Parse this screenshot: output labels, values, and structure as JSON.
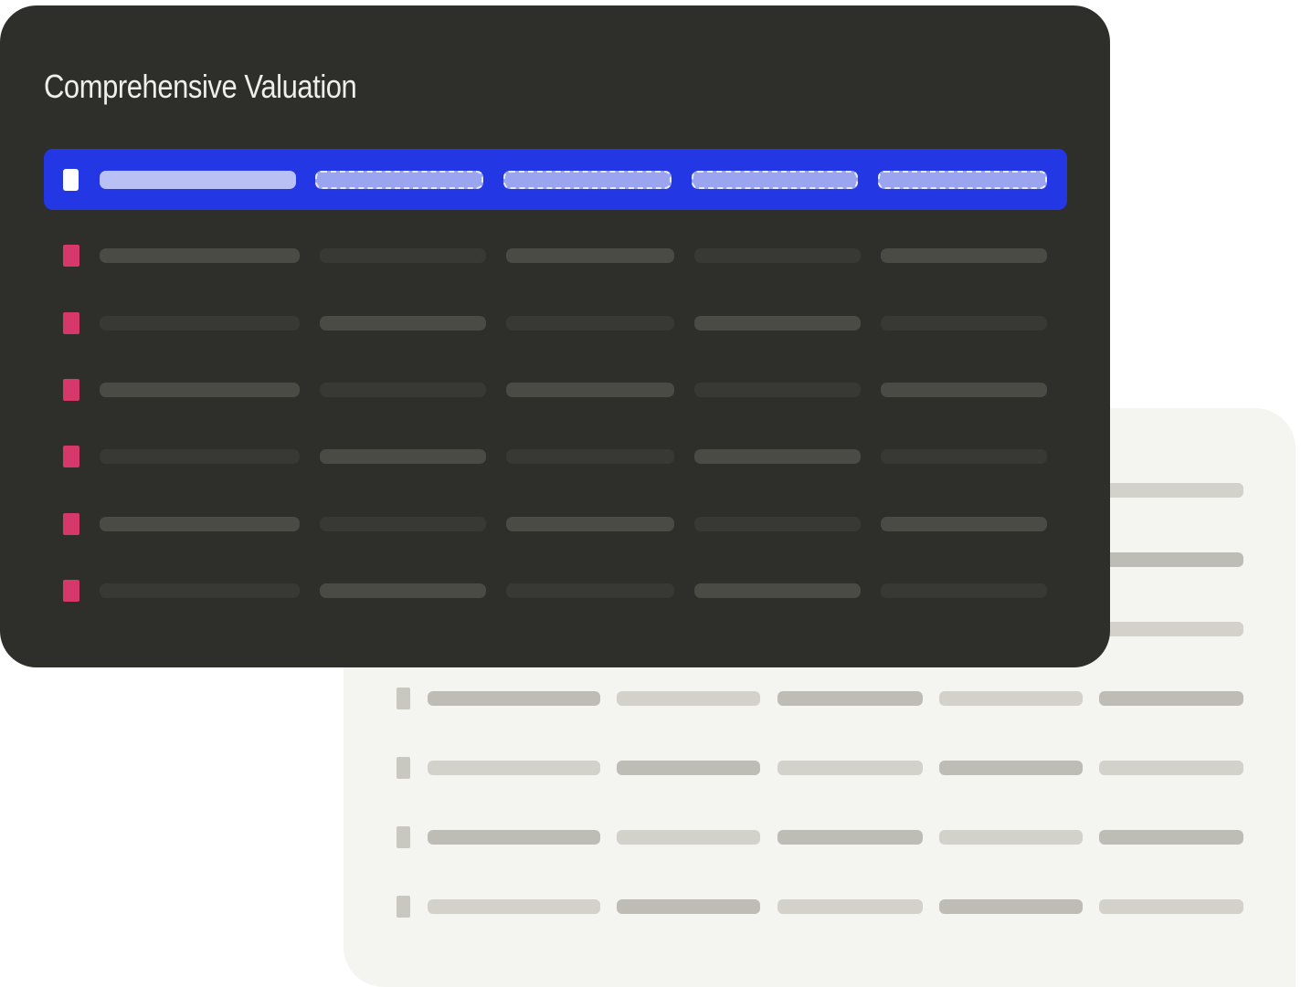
{
  "colors": {
    "front_background": "#2e2e2a",
    "back_background": "#f4f4f0",
    "header_accent": "#2338e4",
    "row_marker": "#d6386b",
    "skeleton_light_on_dark": "#4b4b46",
    "skeleton_dark_on_dark": "#383834",
    "skeleton_dark_on_light": "#bebdb5",
    "skeleton_light_on_light": "#d2d1ca",
    "back_marker": "#c9c8c0"
  },
  "front_panel": {
    "title": "Comprehensive Valuation",
    "header": {
      "checkbox_icon": "checkbox-icon",
      "columns": [
        "solid",
        "dashed",
        "dashed",
        "dashed",
        "dashed"
      ]
    },
    "rows": [
      {
        "marker_icon": "row-marker-icon",
        "shades": [
          "light",
          "dark",
          "light",
          "dark",
          "light"
        ]
      },
      {
        "marker_icon": "row-marker-icon",
        "shades": [
          "dark",
          "light",
          "dark",
          "light",
          "dark"
        ]
      },
      {
        "marker_icon": "row-marker-icon",
        "shades": [
          "light",
          "dark",
          "light",
          "dark",
          "light"
        ]
      },
      {
        "marker_icon": "row-marker-icon",
        "shades": [
          "dark",
          "light",
          "dark",
          "light",
          "dark"
        ]
      },
      {
        "marker_icon": "row-marker-icon",
        "shades": [
          "light",
          "dark",
          "light",
          "dark",
          "light"
        ]
      },
      {
        "marker_icon": "row-marker-icon",
        "shades": [
          "dark",
          "light",
          "dark",
          "light",
          "dark"
        ]
      }
    ]
  },
  "back_panel": {
    "rows": [
      {
        "marker_visible": false,
        "shades": [
          "light",
          "light",
          "light",
          "light",
          "light"
        ]
      },
      {
        "marker_visible": false,
        "shades": [
          "dark",
          "dark",
          "dark",
          "dark",
          "dark"
        ]
      },
      {
        "marker_visible": false,
        "shades": [
          "light",
          "light",
          "light",
          "light",
          "light"
        ]
      },
      {
        "marker_visible": true,
        "shades": [
          "dark",
          "light",
          "dark",
          "light",
          "dark"
        ]
      },
      {
        "marker_visible": true,
        "shades": [
          "light",
          "dark",
          "light",
          "dark",
          "light"
        ]
      },
      {
        "marker_visible": true,
        "shades": [
          "dark",
          "light",
          "dark",
          "light",
          "dark"
        ]
      },
      {
        "marker_visible": true,
        "shades": [
          "light",
          "dark",
          "light",
          "dark",
          "light"
        ]
      }
    ]
  }
}
